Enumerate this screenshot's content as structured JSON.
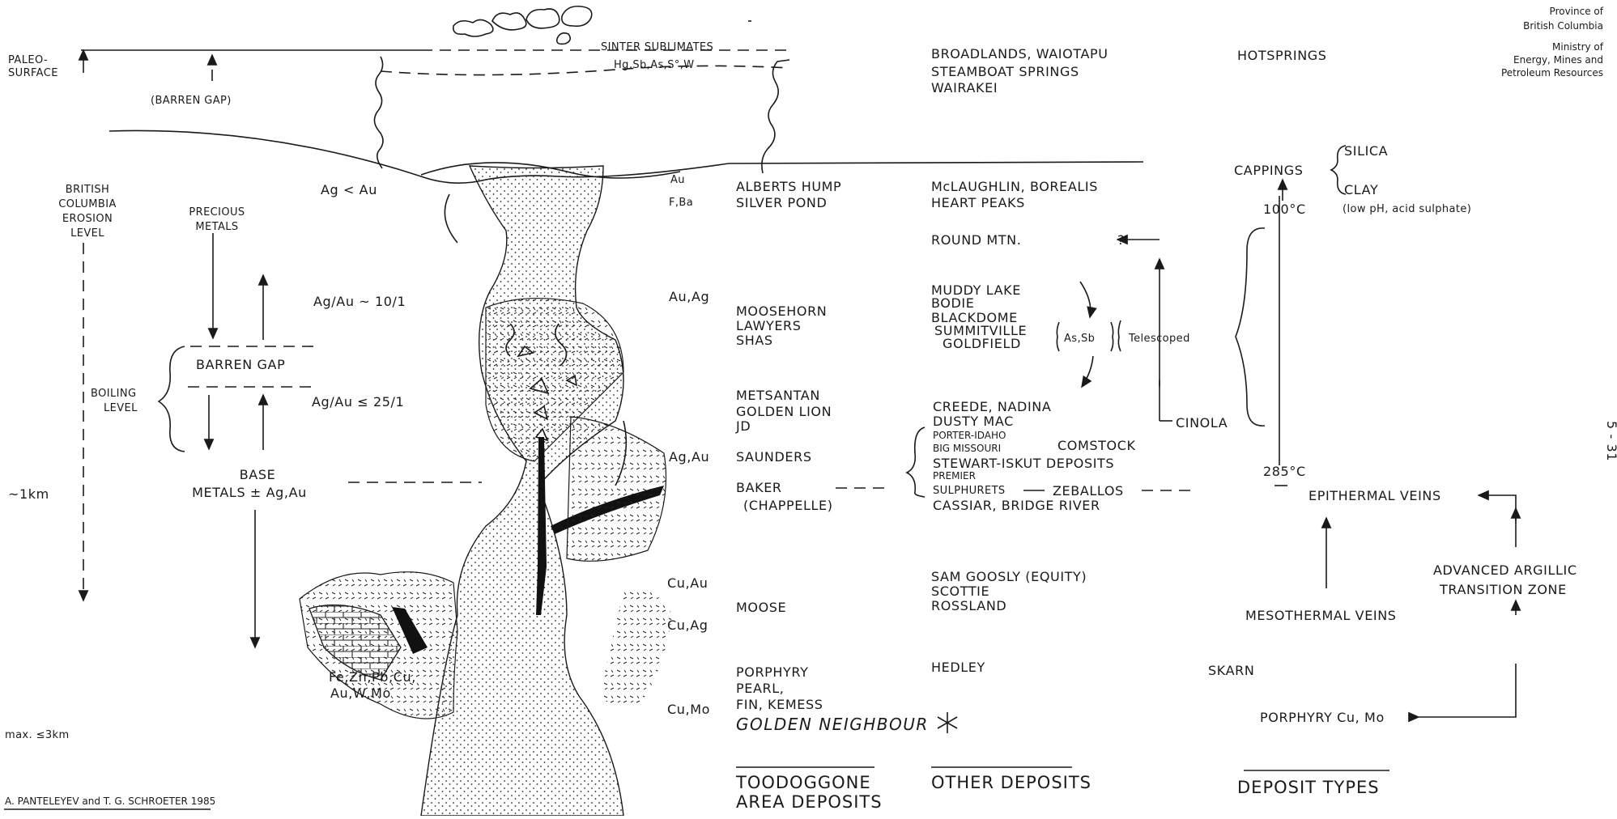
{
  "publisher": {
    "line1": "Province of",
    "line2": "British Columbia",
    "line3": "Ministry of",
    "line4": "Energy, Mines and",
    "line5": "Petroleum Resources"
  },
  "page_number": "5 - 31",
  "left_column": {
    "paleosurface_1": "PALEO-",
    "paleosurface_2": "SURFACE",
    "bc_erosion_1": "BRITISH",
    "bc_erosion_2": "COLUMBIA",
    "bc_erosion_3": "EROSION",
    "bc_erosion_4": "LEVEL",
    "depth_1km": "~1km",
    "depth_3km": "max. ≤3km",
    "credit": "A. PANTELEYEV and T. G. SCHROETER 1985"
  },
  "zones": {
    "barren_gap_upper": "(BARREN GAP)",
    "precious_1": "PRECIOUS",
    "precious_2": "METALS",
    "barren_gap_lower": "BARREN GAP",
    "boiling_1": "BOILING",
    "boiling_2": "LEVEL",
    "base_1": "BASE",
    "base_2": "METALS ± Ag,Au",
    "ratio_1": "Ag < Au",
    "ratio_2": "Ag/Au ~ 10/1",
    "ratio_3": "Ag/Au ≤ 25/1",
    "skarn_metals_1": "Fe,Zn,Pb,Cu,",
    "skarn_metals_2": "Au,W,Mo"
  },
  "surface": {
    "sinter_1": "SINTER SUBLIMATES",
    "sinter_2": "Hg,Sb,As,S°,W"
  },
  "metal_tags": {
    "au": "Au",
    "fba": "F,Ba",
    "auag": "Au,Ag",
    "agau": "Ag,Au",
    "cuau": "Cu,Au",
    "cuag": "Cu,Ag",
    "cumo": "Cu,Mo"
  },
  "toodoggone": {
    "alberts_hump": "ALBERTS HUMP",
    "silver_pond": "SILVER POND",
    "moosehorn": "MOOSEHORN",
    "lawyers": "LAWYERS",
    "shas": "SHAS",
    "metsantan": "METSANTAN",
    "golden_lion": "GOLDEN LION",
    "jd": "JD",
    "saunders": "SAUNDERS",
    "baker": "BAKER",
    "chappelle": "(CHAPPELLE)",
    "moose": "MOOSE",
    "porphyry": "PORPHYRY",
    "pearl": "PEARL,",
    "fin_kemess": "FIN, KEMESS",
    "golden_neighbour": "GOLDEN NEIGHBOUR",
    "header_1": "TOODOGGONE",
    "header_2": "AREA DEPOSITS"
  },
  "other_deposits": {
    "broadlands": "BROADLANDS, WAIOTAPU",
    "steamboat": "STEAMBOAT SPRINGS",
    "wairakei": "WAIRAKEI",
    "mclaughlin": "McLAUGHLIN, BOREALIS",
    "heart_peaks": "HEART PEAKS",
    "round_mtn": "ROUND MTN.",
    "question": "?",
    "muddy_lake": "MUDDY LAKE",
    "bodie": "BODIE",
    "blackdome": "BLACKDOME",
    "summitville": "SUMMITVILLE",
    "goldfield": "GOLDFIELD",
    "as_sb": "As,Sb",
    "telescoped": "Telescoped",
    "cinola": "CINOLA",
    "creede": "CREEDE, NADINA",
    "dusty_mac": "DUSTY MAC",
    "porter_idaho": "PORTER-IDAHO",
    "big_missouri": "BIG MISSOURI",
    "comstock": "COMSTOCK",
    "stewart_iskut": "STEWART-ISKUT DEPOSITS",
    "premier": "PREMIER",
    "sulphurets": "SULPHURETS",
    "zeballos": "ZEBALLOS",
    "cassiar": "CASSIAR, BRIDGE RIVER",
    "sam_goosly": "SAM GOOSLY (EQUITY)",
    "scottie": "SCOTTIE",
    "rossland": "ROSSLAND",
    "hedley": "HEDLEY",
    "header": "OTHER DEPOSITS"
  },
  "deposit_types": {
    "hotsprings": "HOTSPRINGS",
    "cappings": "CAPPINGS",
    "silica": "SILICA",
    "clay": "CLAY",
    "clay_note": "(low pH, acid sulphate)",
    "temp_100": "100°C",
    "temp_285": "285°C",
    "epithermal": "EPITHERMAL VEINS",
    "advanced_1": "ADVANCED ARGILLIC",
    "advanced_2": "TRANSITION ZONE",
    "mesothermal": "MESOTHERMAL VEINS",
    "skarn": "SKARN",
    "porphyry_cumo": "PORPHYRY Cu, Mo",
    "header": "DEPOSIT TYPES"
  }
}
